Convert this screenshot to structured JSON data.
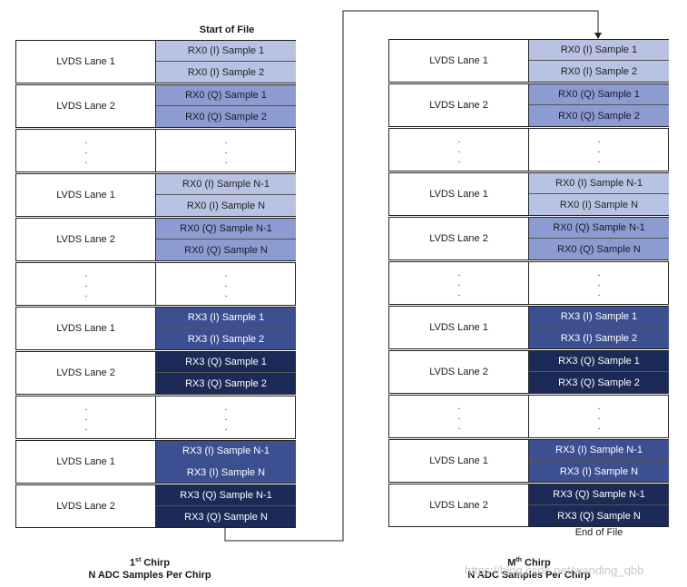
{
  "start_label": "Start of File",
  "end_label": "End of File",
  "lane1": "LVDS Lane 1",
  "lane2": "LVDS Lane 2",
  "dot": ".",
  "left_caption": {
    "pre": "1",
    "sup": "st",
    "post": " Chirp",
    "line2": "N ADC Samples Per Chirp"
  },
  "right_caption": {
    "pre": "M",
    "sup": "th",
    "post": " Chirp",
    "line2": "N ADC Samples Per Chirp"
  },
  "watermark": "https://blog.csdn.net/wanding_qbb",
  "groups": [
    {
      "kind": "data",
      "lane": "LVDS Lane 1",
      "top": "RX0 (I) Sample 1",
      "bot": "RX0 (I) Sample 2",
      "color": "rx0i"
    },
    {
      "kind": "data",
      "lane": "LVDS Lane 2",
      "top": "RX0 (Q) Sample 1",
      "bot": "RX0 (Q) Sample 2",
      "color": "rx0q"
    },
    {
      "kind": "dots"
    },
    {
      "kind": "data",
      "lane": "LVDS Lane 1",
      "top": "RX0 (I) Sample N-1",
      "bot": "RX0 (I) Sample N",
      "color": "rx0i"
    },
    {
      "kind": "data",
      "lane": "LVDS Lane 2",
      "top": "RX0 (Q) Sample N-1",
      "bot": "RX0 (Q) Sample N",
      "color": "rx0q"
    },
    {
      "kind": "dots"
    },
    {
      "kind": "data",
      "lane": "LVDS Lane 1",
      "top": "RX3 (I) Sample 1",
      "bot": "RX3 (I) Sample 2",
      "color": "rx3i"
    },
    {
      "kind": "data",
      "lane": "LVDS Lane 2",
      "top": "RX3 (Q) Sample 1",
      "bot": "RX3 (Q) Sample 2",
      "color": "rx3q"
    },
    {
      "kind": "dots"
    },
    {
      "kind": "data",
      "lane": "LVDS Lane 1",
      "top": "RX3 (I) Sample N-1",
      "bot": "RX3 (I) Sample N",
      "color": "rx3i"
    },
    {
      "kind": "data",
      "lane": "LVDS Lane 2",
      "top": "RX3 (Q) Sample N-1",
      "bot": "RX3 (Q) Sample N",
      "color": "rx3q"
    }
  ],
  "colors": {
    "rx0i": "#b8c2e3",
    "rx0q": "#8c9bd0",
    "rx3i": "#3b4f91",
    "rx3q": "#1c2a57"
  }
}
